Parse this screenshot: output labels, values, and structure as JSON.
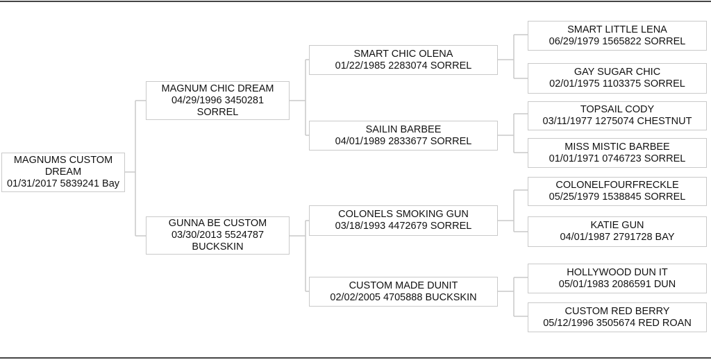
{
  "pedigree": {
    "subject": {
      "line1": "MAGNUMS CUSTOM",
      "line2": "DREAM",
      "line3": "01/31/2017 5839241 Bay"
    },
    "sire": {
      "line1": "MAGNUM CHIC DREAM",
      "line2": "04/29/1996 3450281",
      "line3": "SORREL"
    },
    "dam": {
      "line1": "GUNNA BE CUSTOM",
      "line2": "03/30/2013 5524787",
      "line3": "BUCKSKIN"
    },
    "sire_sire": {
      "line1": "SMART CHIC OLENA",
      "line2": "01/22/1985 2283074 SORREL"
    },
    "sire_dam": {
      "line1": "SAILIN BARBEE",
      "line2": "04/01/1989 2833677 SORREL"
    },
    "dam_sire": {
      "line1": "COLONELS SMOKING GUN",
      "line2": "03/18/1993 4472679 SORREL"
    },
    "dam_dam": {
      "line1": "CUSTOM MADE DUNIT",
      "line2": "02/02/2005 4705888 BUCKSKIN"
    },
    "ggp": [
      {
        "line1": "SMART LITTLE LENA",
        "line2": "06/29/1979 1565822 SORREL"
      },
      {
        "line1": "GAY SUGAR CHIC",
        "line2": "02/01/1975 1103375 SORREL"
      },
      {
        "line1": "TOPSAIL CODY",
        "line2": "03/11/1977 1275074 CHESTNUT"
      },
      {
        "line1": "MISS MISTIC BARBEE",
        "line2": "01/01/1971 0746723 SORREL"
      },
      {
        "line1": "COLONELFOURFRECKLE",
        "line2": "05/25/1979 1538845 SORREL"
      },
      {
        "line1": "KATIE GUN",
        "line2": "04/01/1987 2791728 BAY"
      },
      {
        "line1": "HOLLYWOOD DUN IT",
        "line2": "05/01/1983 2086591 DUN"
      },
      {
        "line1": "CUSTOM RED BERRY",
        "line2": "05/12/1996 3505674 RED ROAN"
      }
    ]
  }
}
